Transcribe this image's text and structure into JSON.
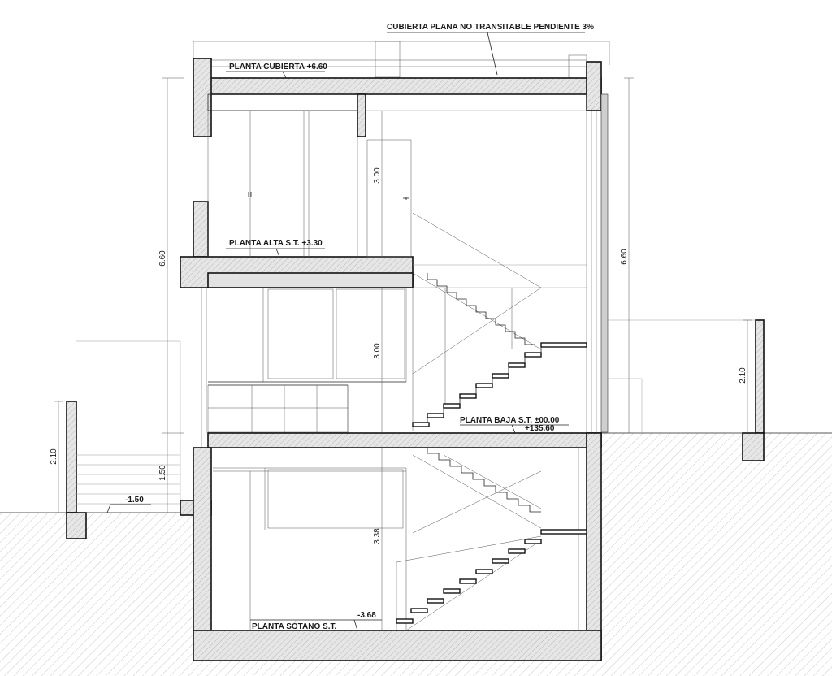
{
  "labels": {
    "roof_note": "CUBIERTA PLANA NO TRANSITABLE PENDIENTE 3%",
    "roof_level": "PLANTA CUBIERTA  +6.60",
    "upper_level": "PLANTA ALTA S.T.  +3.30",
    "ground_level": "PLANTA BAJA S.T. ±00.00",
    "ground_abs": "+135.60",
    "basement_level": "PLANTA SÓTANO S.T.",
    "basement_value": "-3.68",
    "yard_level": "-1.50"
  },
  "dimensions": {
    "left_total": "6.60",
    "right_total": "6.60",
    "upper_height": "3.00",
    "ground_height": "3.00",
    "yard_height": "1.50",
    "basement_height": "3.38",
    "left_wall": "2.10",
    "right_wall": "2.10"
  },
  "colors": {
    "line": "#111111",
    "cut_fill": "#e2e2e2",
    "hatch": "#9a9a9a"
  }
}
